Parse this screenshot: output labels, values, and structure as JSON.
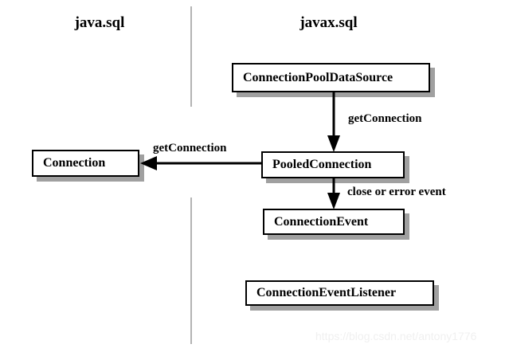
{
  "diagram": {
    "title_columns": [
      {
        "id": "java-sql",
        "label": "java.sql"
      },
      {
        "id": "javax-sql",
        "label": "javax.sql"
      }
    ],
    "nodes": [
      {
        "id": "connection-pool-data-source",
        "label": "ConnectionPoolDataSource",
        "package": "javax.sql"
      },
      {
        "id": "connection",
        "label": "Connection",
        "package": "java.sql"
      },
      {
        "id": "pooled-connection",
        "label": "PooledConnection",
        "package": "javax.sql"
      },
      {
        "id": "connection-event",
        "label": "ConnectionEvent",
        "package": "javax.sql"
      },
      {
        "id": "connection-event-listener",
        "label": "ConnectionEventListener",
        "package": "javax.sql"
      }
    ],
    "edges": [
      {
        "id": "cpds-to-pooled",
        "from": "connection-pool-data-source",
        "to": "pooled-connection",
        "label": "getConnection",
        "direction": "down"
      },
      {
        "id": "pooled-to-connection",
        "from": "pooled-connection",
        "to": "connection",
        "label": "getConnection",
        "direction": "left"
      },
      {
        "id": "pooled-to-event",
        "from": "pooled-connection",
        "to": "connection-event",
        "label": "close or error event",
        "direction": "down"
      }
    ],
    "colors": {
      "box_border": "#000000",
      "box_fill": "#ffffff",
      "box_shadow": "#a0a0a0",
      "divider": "#b3b3b3",
      "text": "#000000",
      "watermark": "#f0f0f0"
    },
    "watermark": "https://blog.csdn.net/antony1776"
  }
}
